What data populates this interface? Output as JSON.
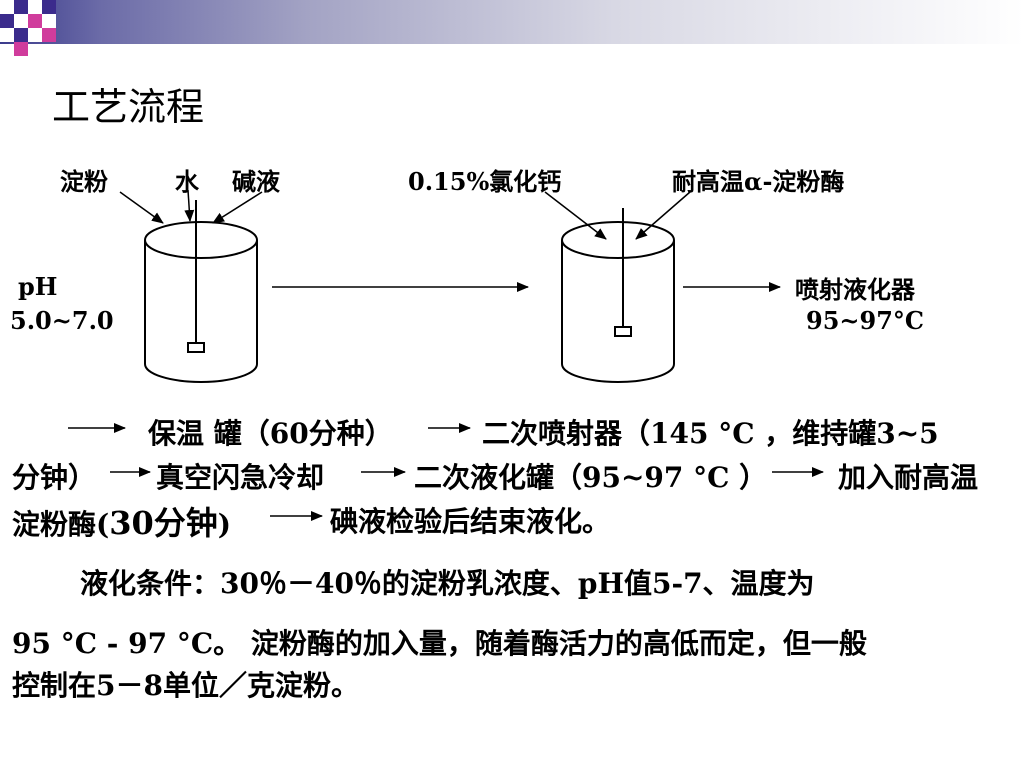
{
  "slide": {
    "title": "工艺流程",
    "diagram": {
      "tank1_inputs": [
        "淀粉",
        "水",
        "碱液"
      ],
      "tank1_ph_label": "pH",
      "tank1_ph_value": "5.0~7.0",
      "tank2_inputs": [
        "0.15%氯化钙",
        "耐高温α-淀粉酶"
      ],
      "output_label": "喷射液化器",
      "output_temp": "95~97°C"
    },
    "process_text": {
      "step1": "保温 罐（60分种）",
      "step2": "二次喷射器（145 °C ，维持罐3~5",
      "step2_cont": "分钟）",
      "step3": "真空闪急冷却",
      "step4": "二次液化罐（95~97 °C ）",
      "step5": "加入耐高温",
      "step5_cont_a": "淀粉酶(",
      "step5_cont_b": "30分钟",
      "step5_cont_c": ")",
      "step6": "碘液检验后结束液化。"
    },
    "conditions": {
      "line1": "液化条件：30％－40％的淀粉乳浓度、pH值5-7、温度为",
      "line2": "95 °C - 97 °C。 淀粉酶的加入量，随着酶活力的高低而定，但一般",
      "line3": "控制在5－8单位／克淀粉。"
    },
    "colors": {
      "header_dark": "#3b3b8c",
      "square_purple": "#3b2b8c",
      "square_pink": "#d03c9c"
    }
  }
}
